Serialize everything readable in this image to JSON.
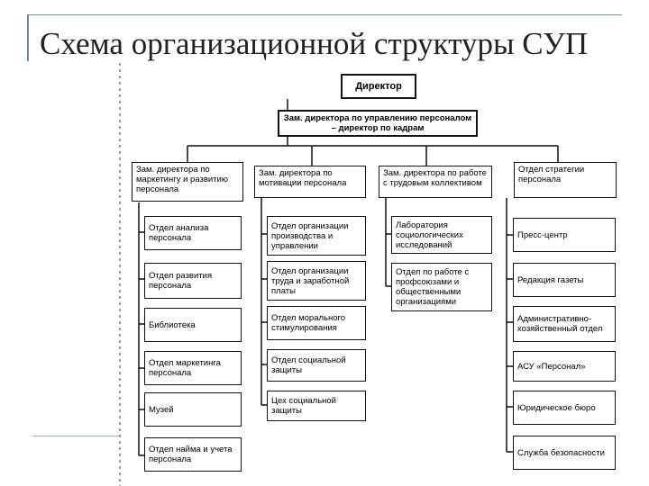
{
  "slide": {
    "title": "Схема организационной структуры СУП"
  },
  "diagram": {
    "director": "Директор",
    "deputy_hr": "Зам. директора по управлению персоналом – директор по кадрам",
    "columns": [
      {
        "head": "Зам. директора по маркетингу и развитию персонала",
        "units": [
          "Отдел анализа персонала",
          "Отдел развития персонала",
          "Библиотека",
          "Отдел маркетинга персонала",
          "Музей",
          "Отдел найма и учета персонала"
        ]
      },
      {
        "head": "Зам. директора по мотивации персонала",
        "units": [
          "Отдел организации производства и управлении",
          "Отдел организации труда и заработной платы",
          "Отдел морального стимулирования",
          "Отдел социальной защиты",
          "Цех социальной защиты"
        ]
      },
      {
        "head": "Зам. директора по работе с трудовым коллективом",
        "units": [
          "Лаборатория социологических исследований",
          "Отдел по работе с профсоюзами и общественными организациями"
        ]
      },
      {
        "head": "Отдел стратегии персонала",
        "units": [
          "Пресс-центр",
          "Редакция газеты",
          "Административно-хозяйственный отдел",
          "АСУ «Персонал»",
          "Юридическое бюро",
          "Служба безопасности"
        ]
      }
    ]
  }
}
